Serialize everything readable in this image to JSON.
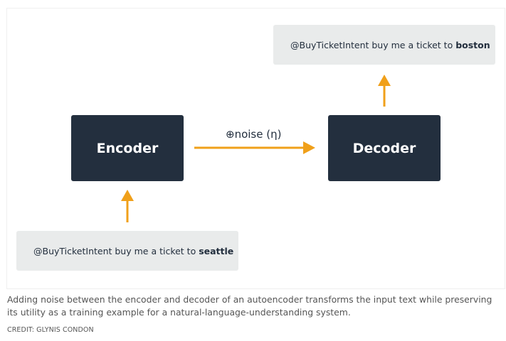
{
  "diagram": {
    "input_text_prefix": "@BuyTicketIntent buy me a ticket to ",
    "input_text_city": "seattle",
    "output_text_prefix": "@BuyTicketIntent buy me a ticket to ",
    "output_text_city": "boston",
    "encoder_label": "Encoder",
    "decoder_label": "Decoder",
    "noise_label": "⊕noise (η)",
    "arrow_color": "#f0a01a",
    "block_color": "#232f3e",
    "text_box_color": "#e9ebeb"
  },
  "caption": {
    "text": "Adding noise between the encoder and decoder of an autoencoder transforms the input text while preserving its utility as a training example for a natural-language-understanding system.",
    "credit": "CREDIT: GLYNIS CONDON"
  }
}
